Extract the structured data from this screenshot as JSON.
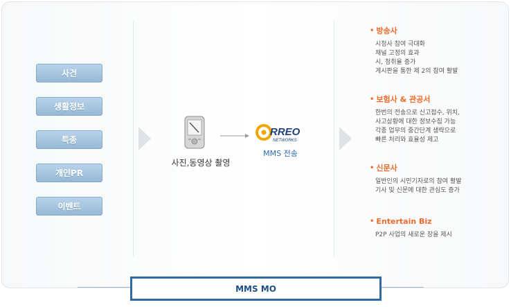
{
  "categories": [
    "사건",
    "생활정보",
    "특종",
    "개인PR",
    "이벤트"
  ],
  "center": {
    "capture_label": "사진,동영상 촬영",
    "logo_text": "RREO",
    "logo_sub": "NETWORKS",
    "send_label": "MMS 전송"
  },
  "sectors": [
    {
      "title": "방송사",
      "lines": [
        "시청사 참여 극대화",
        "채널 고정의 효과",
        "시, 청취율 증가",
        "게시판을 통한 제 2의 참여 활발"
      ]
    },
    {
      "title": "보험사 & 관공서",
      "lines": [
        "한번의 전송으로 신고접수, 위치,",
        "사고상황에 대한 정보수집 가능",
        "각종 업무의 중간단계 생략으로",
        "빠른 처리와 효율성 제고"
      ]
    },
    {
      "title": "신문사",
      "lines": [
        "일반인의 시민기자로의 참여 활발",
        "기사 및 신문에 대한 관심도 증가"
      ]
    },
    {
      "title": "Entertain Biz",
      "lines": [
        "P2P 사업의 새로운 장을 제시"
      ]
    }
  ],
  "footer": {
    "label": "MMS MO"
  },
  "colors": {
    "accent_orange": "#ee6a2c",
    "button_blue": "#a9c7e1",
    "footer_border": "#2d6aa6",
    "link_blue": "#2a6ab2"
  }
}
